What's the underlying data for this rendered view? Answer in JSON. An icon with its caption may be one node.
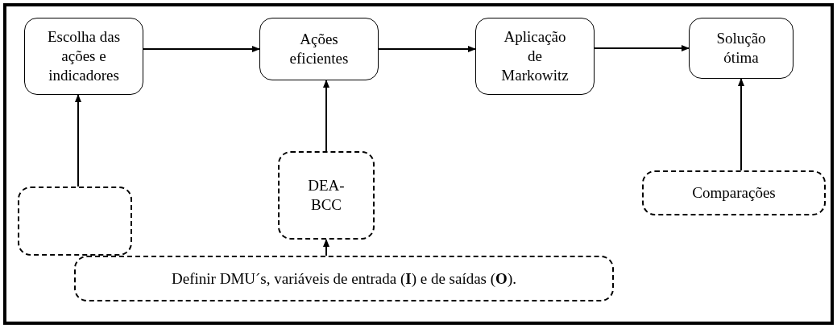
{
  "diagram": {
    "nodes": [
      {
        "text": [
          "Escolha das ações e indicadores"
        ]
      },
      {
        "text": [
          "Ações eficientes"
        ]
      },
      {
        "text": [
          "Aplicação de Markowitz"
        ]
      },
      {
        "text": [
          "Solução ótima"
        ]
      },
      {
        "text": [],
        "shape": "box"
      },
      {
        "text": [
          "DEA-BCC"
        ]
      },
      {
        "text": [
          "Comparações"
        ]
      },
      {
        "text": [
          "Definir DMU´s, variáveis de entrada (**I**) e de saídas (**O**)."
        ]
      }
    ],
    "edges": [
      {
        "from": 0,
        "to": 1,
        "arrow": "to"
      },
      {
        "from": 1,
        "to": 2,
        "arrow": "to"
      },
      {
        "from": 2,
        "to": 3,
        "arrow": "to"
      },
      {
        "from": 4,
        "to": 0,
        "arrow": "to"
      },
      {
        "from": 5,
        "to": 1,
        "arrow": "to"
      },
      {
        "from": 6,
        "to": 3,
        "arrow": "to"
      },
      {
        "from": 7,
        "to": 5,
        "arrow": "to"
      }
    ]
  }
}
